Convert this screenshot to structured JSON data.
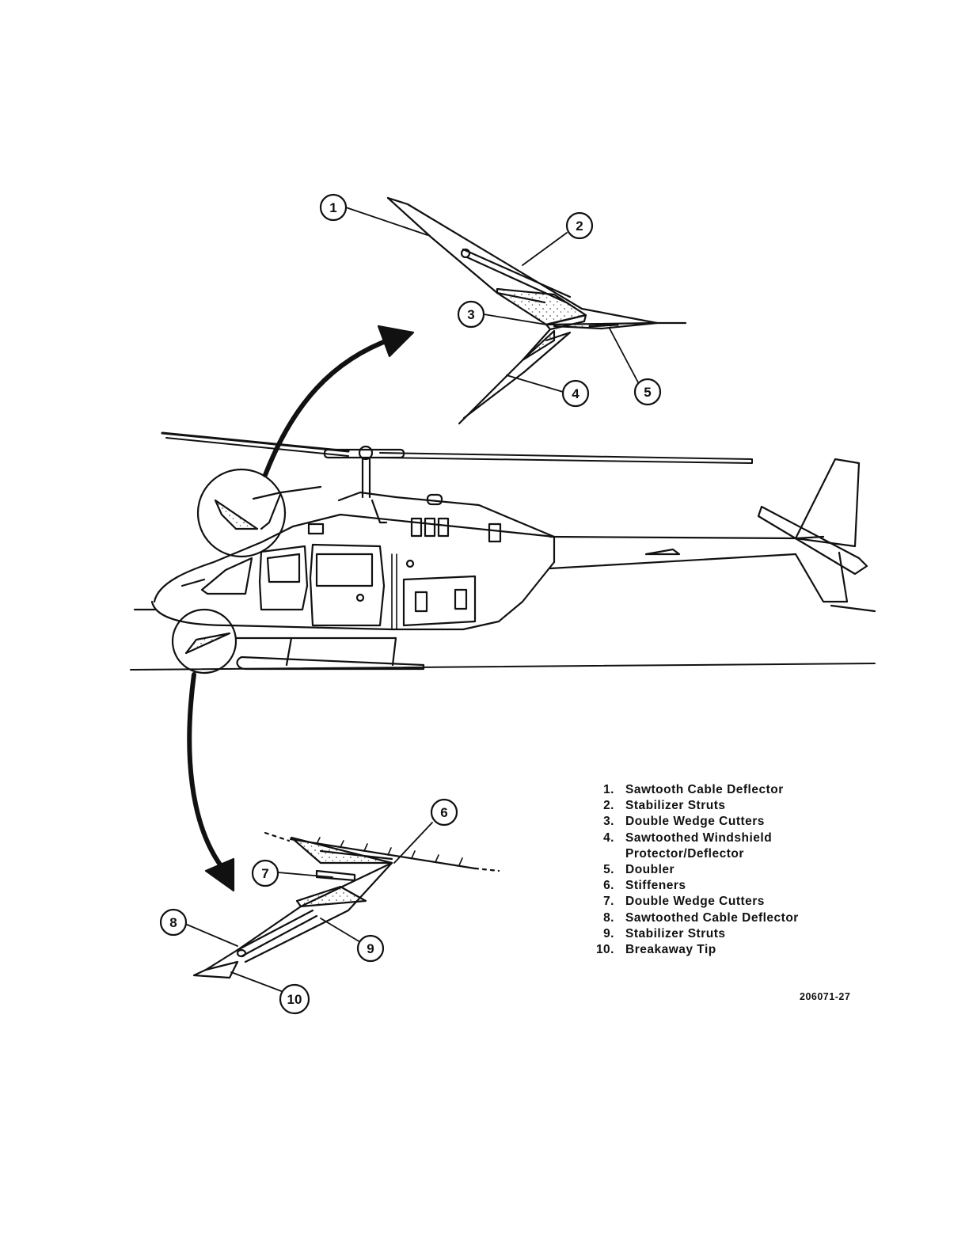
{
  "callouts": [
    "1",
    "2",
    "3",
    "4",
    "5",
    "6",
    "7",
    "8",
    "9",
    "10"
  ],
  "legend": [
    {
      "num": "1.",
      "text": "Sawtooth Cable Deflector"
    },
    {
      "num": "2.",
      "text": "Stabilizer Struts"
    },
    {
      "num": "3.",
      "text": "Double Wedge Cutters"
    },
    {
      "num": "4.",
      "text": "Sawtoothed Windshield"
    },
    {
      "num": "",
      "text": "Protector/Deflector"
    },
    {
      "num": "5.",
      "text": "Doubler"
    },
    {
      "num": "6.",
      "text": "Stiffeners"
    },
    {
      "num": "7.",
      "text": "Double Wedge Cutters"
    },
    {
      "num": "8.",
      "text": "Sawtoothed Cable Deflector"
    },
    {
      "num": "9.",
      "text": "Stabilizer Struts"
    },
    {
      "num": "10.",
      "text": "Breakaway Tip"
    }
  ],
  "figure_id": "206071-27",
  "colors": {
    "ink": "#111111",
    "paper": "#ffffff",
    "stipple": "#9a9a9a"
  },
  "icons": [
    "callout-circle",
    "curved-arrow"
  ]
}
